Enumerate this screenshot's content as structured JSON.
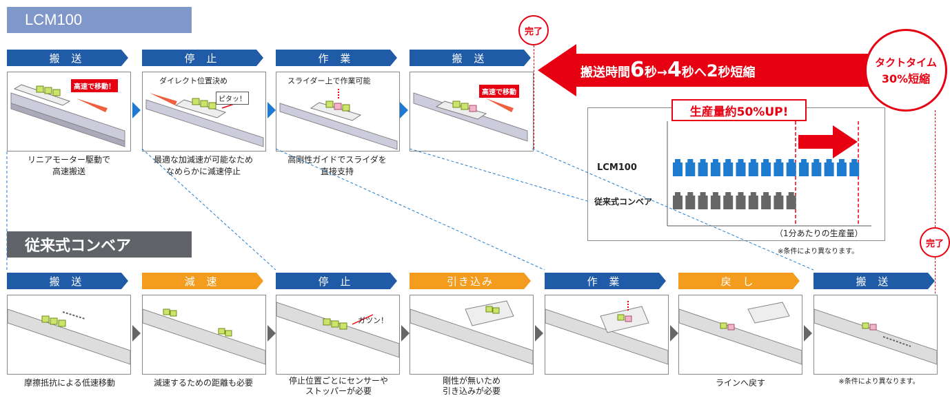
{
  "lcm": {
    "title": "LCM100",
    "steps": [
      {
        "label": "搬 送",
        "color": "blue"
      },
      {
        "label": "停 止",
        "color": "blue"
      },
      {
        "label": "作 業",
        "color": "blue"
      },
      {
        "label": "搬 送",
        "color": "blue"
      }
    ],
    "panel_labels": {
      "p1_tag": "高速で移動！",
      "p2_label": "ダイレクト位置決め",
      "p2_tag": "ピタッ！",
      "p3_label": "スライダー上で作業可能",
      "p4_tag": "高速で移動"
    },
    "captions": [
      "リニアモーター駆動で\n高速搬送",
      "最適な加減速が可能なため\nなめらかに減速停止",
      "高剛性ガイドでスライダを\n直接支持"
    ],
    "done": "完了"
  },
  "conveyor": {
    "title": "従来式コンベア",
    "steps": [
      {
        "label": "搬 送",
        "color": "blue"
      },
      {
        "label": "減 速",
        "color": "orange"
      },
      {
        "label": "停 止",
        "color": "blue"
      },
      {
        "label": "引き込み",
        "color": "orange"
      },
      {
        "label": "作 業",
        "color": "blue"
      },
      {
        "label": "戻 し",
        "color": "orange"
      },
      {
        "label": "搬 送",
        "color": "blue"
      }
    ],
    "panel_labels": {
      "p3_tag": "ガツン！"
    },
    "captions": [
      "摩擦抵抗による低速移動",
      "減速するための距離も必要",
      "停止位置ごとにセンサーや\nストッパーが必要",
      "剛性が無いため\n引き込みが必要",
      "",
      "ラインへ戻す",
      "※条件により異なります。"
    ],
    "done": "完了"
  },
  "arrow": {
    "text_prefix": "搬送時間",
    "n1": "6",
    "mid1": "秒→",
    "n2": "4",
    "mid2": "秒へ",
    "n3": "2",
    "suffix": "秒短縮"
  },
  "tact": {
    "line1": "タクトタイム",
    "line2": "30%短縮"
  },
  "chart_data": {
    "type": "bar",
    "title": "生産量約50%UP!",
    "series": [
      {
        "name": "LCM100",
        "units": 15
      },
      {
        "name": "従来式コンベア",
        "units": 10
      }
    ],
    "xlabel": "（1分あたりの生産量）",
    "note": "※条件により異なります。"
  },
  "colors": {
    "blue": "#1f5ba6",
    "orange": "#f39c1d",
    "red": "#e60012",
    "lcm_unit": "#1f7bd0",
    "conv_unit": "#666666"
  }
}
